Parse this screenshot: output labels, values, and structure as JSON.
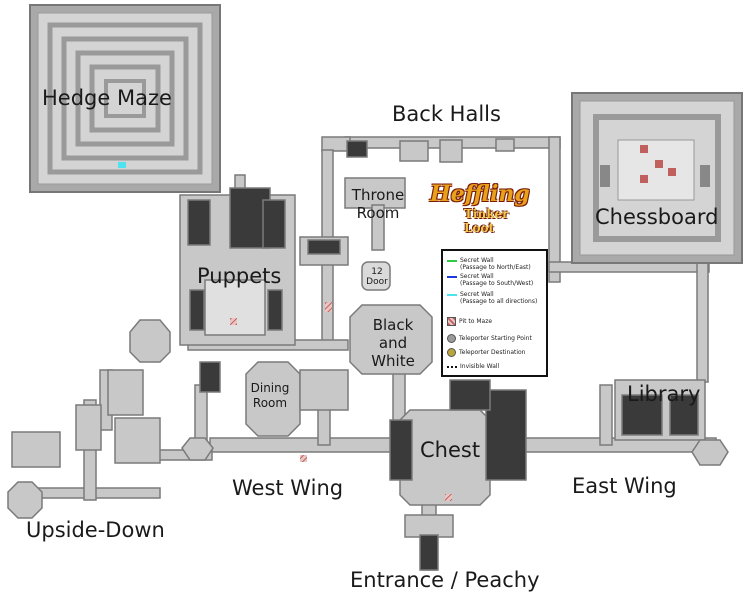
{
  "regions": {
    "hedge_maze": "Hedge Maze",
    "back_halls": "Back Halls",
    "throne_room": "Throne Room",
    "chessboard": "Chessboard",
    "puppets": "Puppets",
    "door_12": "12 Door",
    "black_and_white": "Black and White",
    "dining_room": "Dining Room",
    "library": "Library",
    "chest": "Chest",
    "west_wing": "West Wing",
    "east_wing": "East Wing",
    "upside_down": "Upside-Down",
    "entrance": "Entrance / Peachy"
  },
  "logo": {
    "title": "Heffling",
    "subtitle": "Tinker Loot"
  },
  "legend": {
    "items": [
      {
        "label": "Secret Wall",
        "note": "(Passage to North/East)",
        "color": "#2ecc40",
        "kind": "line"
      },
      {
        "label": "Secret Wall",
        "note": "(Passage to South/West)",
        "color": "#1a3adf",
        "kind": "line"
      },
      {
        "label": "Secret Wall",
        "note": "(Passage to all directions)",
        "color": "#4fe3f0",
        "kind": "line"
      },
      {
        "label": "Pit to Maze",
        "note": "",
        "color": "#c0605e",
        "kind": "hatch"
      },
      {
        "label": "Teleporter Starting Point",
        "note": "",
        "color": "#888888",
        "kind": "circle"
      },
      {
        "label": "Teleporter Destination",
        "note": "",
        "color": "#8a7a20",
        "kind": "circle"
      },
      {
        "label": "Invisible Wall",
        "note": "",
        "color": "#111111",
        "kind": "dots"
      }
    ]
  },
  "colors": {
    "floor": "#c8c8c8",
    "wall": "#7a7a7a",
    "dark_room": "#3a3a3a",
    "pit": "#c0605e"
  }
}
